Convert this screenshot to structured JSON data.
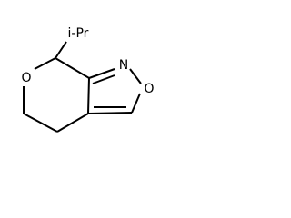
{
  "molecule": {
    "labels": {
      "substituent": "i-Pr",
      "ring_oxygen": "O",
      "isoxazole_nitrogen": "N",
      "isoxazole_oxygen": "O"
    },
    "colors": {
      "background": "#ffffff",
      "bonds": "#000000",
      "text": "#000000"
    }
  }
}
